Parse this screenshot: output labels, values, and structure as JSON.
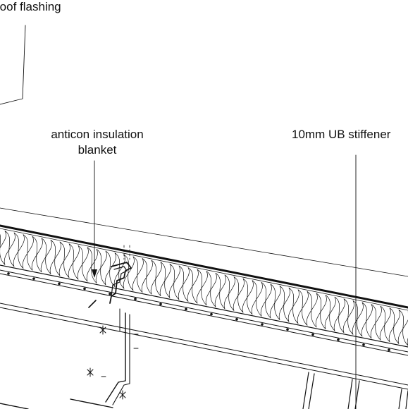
{
  "labels": {
    "roof_flashing": "roof flashing",
    "anticon_line1": "anticon insulation",
    "anticon_line2": "blanket",
    "stiffener": "10mm UB stiffener"
  },
  "colors": {
    "line": "#111111",
    "background": "#ffffff"
  }
}
